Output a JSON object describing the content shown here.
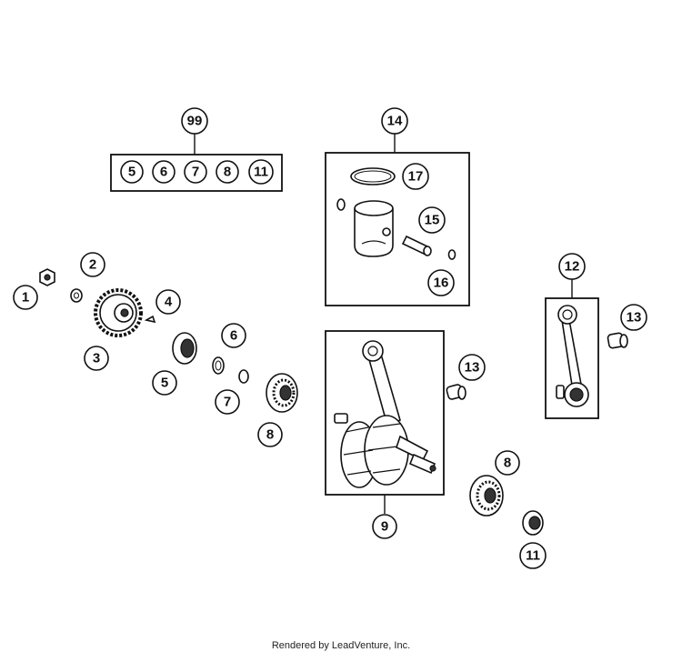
{
  "callouts": {
    "c1": "1",
    "c2": "2",
    "c3": "3",
    "c4": "4",
    "c5": "5",
    "c6": "6",
    "c7": "7",
    "c8a": "8",
    "c8b": "8",
    "c9": "9",
    "c11": "11",
    "c12": "12",
    "c13a": "13",
    "c13b": "13",
    "c14": "14",
    "c15": "15",
    "c16": "16",
    "c17": "17",
    "c99": "99"
  },
  "kit_99": [
    "5",
    "6",
    "7",
    "8",
    "11"
  ],
  "footer": "Rendered by LeadVenture, Inc."
}
